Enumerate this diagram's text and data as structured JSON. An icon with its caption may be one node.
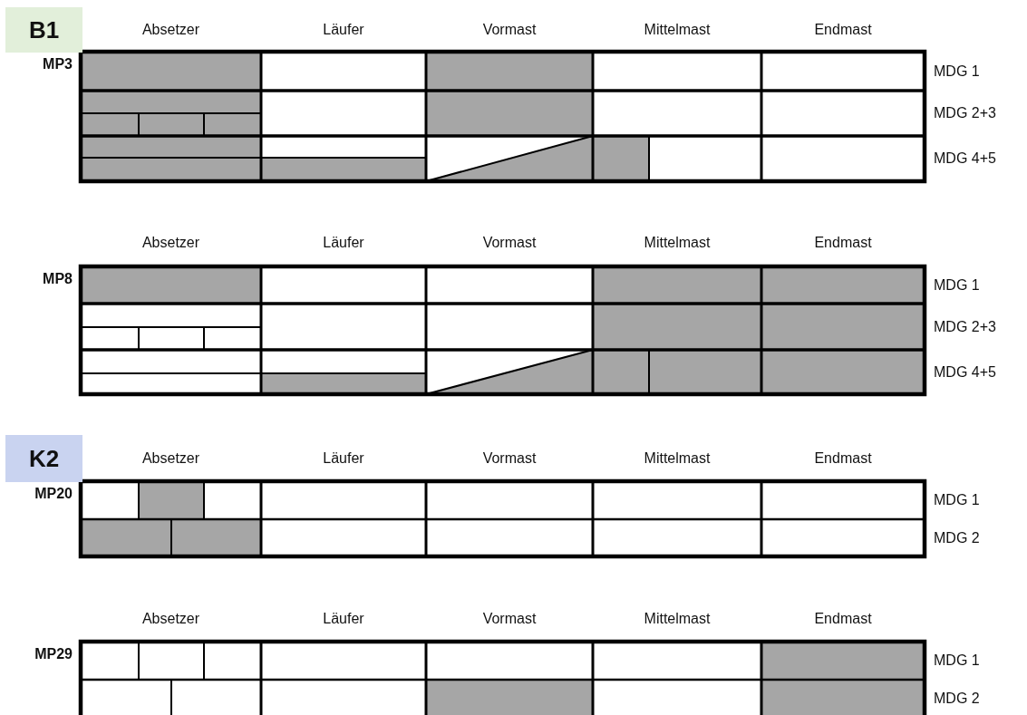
{
  "diagram": {
    "nodes": [
      {
        "text": [
          "B1"
        ]
      },
      {
        "text": [
          "K2"
        ]
      }
    ],
    "labels": [
      "Absetzer",
      "Läufer",
      "Vormast",
      "Mittelmast",
      "Endmast",
      "MP3",
      "MDG 1",
      "MDG 2+3",
      "MDG 4+5",
      "Absetzer",
      "Läufer",
      "Vormast",
      "Mittelmast",
      "Endmast",
      "MP8",
      "MDG 1",
      "MDG 2+3",
      "MDG 4+5",
      "Absetzer",
      "Läufer",
      "Vormast",
      "Mittelmast",
      "Endmast",
      "MP20",
      "MDG 1",
      "MDG 2",
      "Absetzer",
      "Läufer",
      "Vormast",
      "Mittelmast",
      "Endmast",
      "MP29",
      "MDG 1",
      "MDG 2"
    ]
  }
}
